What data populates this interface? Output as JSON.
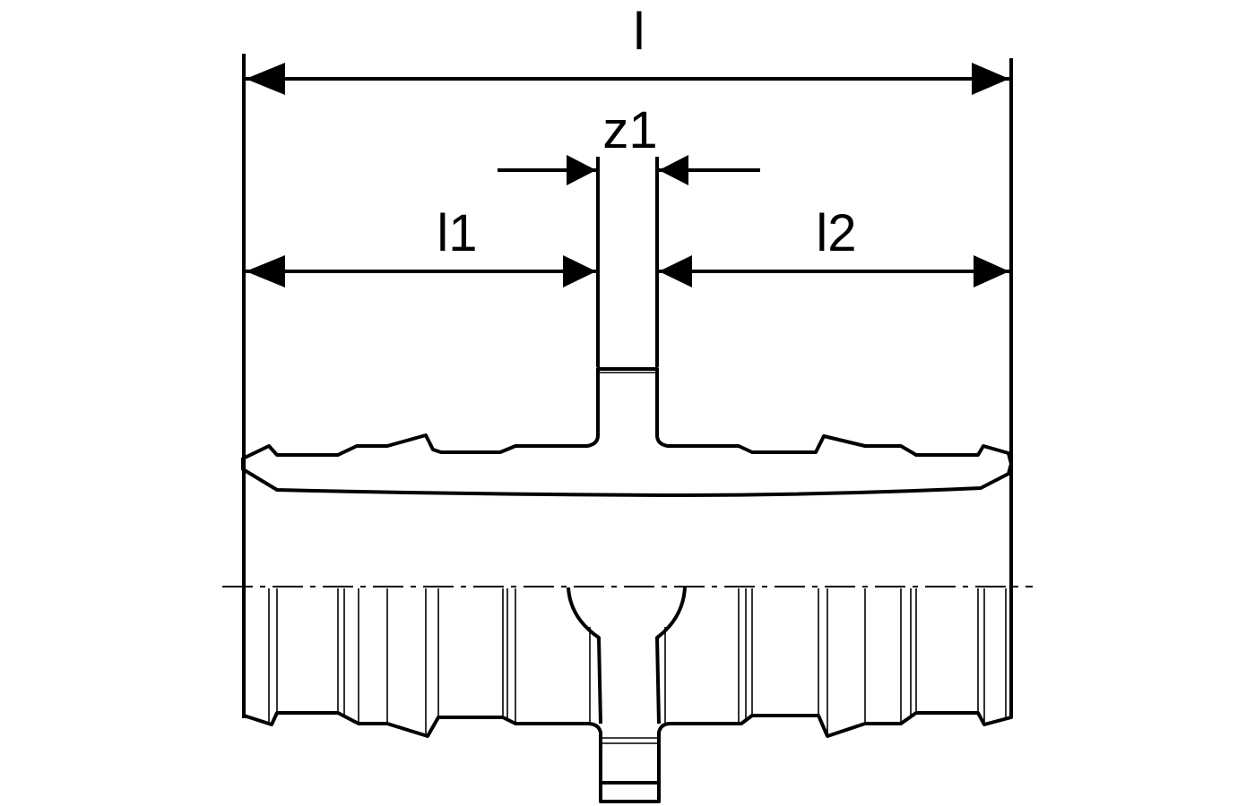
{
  "dimensions": {
    "overall_length": "l",
    "center_offset": "z1",
    "left_length": "l1",
    "right_length": "l2"
  },
  "colors": {
    "line": "#000000",
    "background": "#ffffff"
  }
}
